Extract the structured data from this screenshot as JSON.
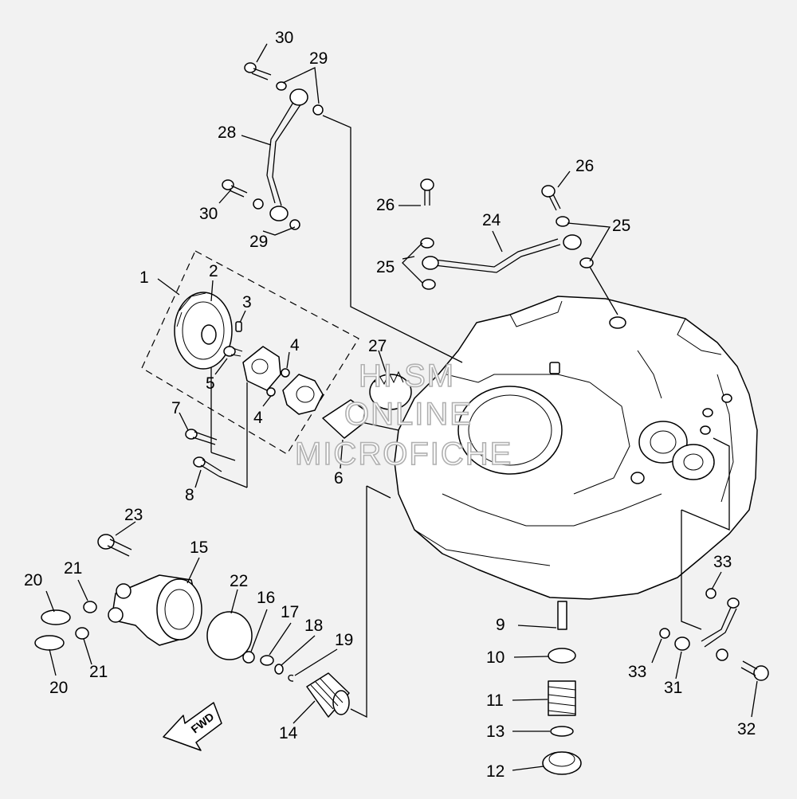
{
  "diagram": {
    "callouts": {
      "c1": "1",
      "c2": "2",
      "c3": "3",
      "c4a": "4",
      "c4b": "4",
      "c5": "5",
      "c6": "6",
      "c7": "7",
      "c8": "8",
      "c9": "9",
      "c10": "10",
      "c11": "11",
      "c12": "12",
      "c13": "13",
      "c14": "14",
      "c15": "15",
      "c16": "16",
      "c17": "17",
      "c18": "18",
      "c19": "19",
      "c20a": "20",
      "c20b": "20",
      "c21a": "21",
      "c21b": "21",
      "c22": "22",
      "c23": "23",
      "c24": "24",
      "c25a": "25",
      "c25b": "25",
      "c26a": "26",
      "c26b": "26",
      "c27": "27",
      "c28": "28",
      "c29a": "29",
      "c29b": "29",
      "c30a": "30",
      "c30b": "30",
      "c31": "31",
      "c32": "32",
      "c33a": "33",
      "c33b": "33"
    },
    "fwd_label": "FWD",
    "watermark": {
      "line1": "HI SM",
      "line2": "ONLINE",
      "line3": "MICROFICHE"
    }
  }
}
